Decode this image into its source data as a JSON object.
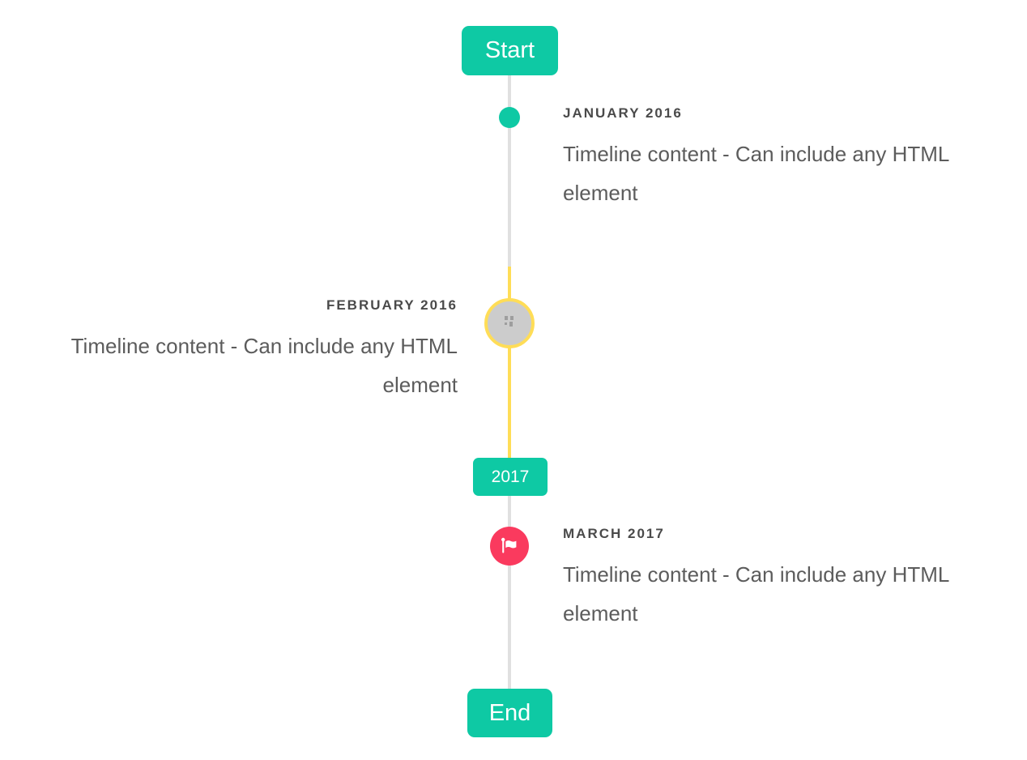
{
  "colors": {
    "primary": "#0ec9a4",
    "warning": "#ffdd57",
    "danger": "#fa3a5e",
    "line": "#e0e0e0",
    "marker_fill": "#cccccc",
    "label_text": "#4a4a4a",
    "content_text": "#5c5c5c"
  },
  "badges": {
    "start": "Start",
    "year": "2017",
    "end": "End"
  },
  "items": [
    {
      "label": "JANUARY 2016",
      "content": "Timeline content - Can include any HTML element",
      "side": "right",
      "marker": "teal-dot"
    },
    {
      "label": "FEBRUARY 2016",
      "content": "Timeline content - Can include any HTML element",
      "side": "left",
      "marker": "image-placeholder-circle-yellow-ring"
    },
    {
      "label": "MARCH 2017",
      "content": "Timeline content - Can include any HTML element",
      "side": "right",
      "marker": "red-flag-circle"
    }
  ]
}
